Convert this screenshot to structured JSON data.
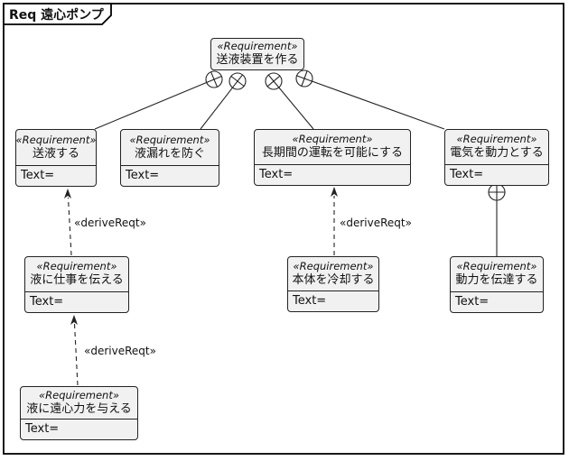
{
  "frame": {
    "title": "Req 遠心ポンプ"
  },
  "nodes": [
    {
      "stereotype": "«Requirement»",
      "name": "送液装置を作る",
      "text": ""
    },
    {
      "stereotype": "«Requirement»",
      "name": "送液する",
      "text": "Text="
    },
    {
      "stereotype": "«Requirement»",
      "name": "液漏れを防ぐ",
      "text": "Text="
    },
    {
      "stereotype": "«Requirement»",
      "name": "長期間の運転を可能にする",
      "text": "Text="
    },
    {
      "stereotype": "«Requirement»",
      "name": "電気を動力とする",
      "text": "Text="
    },
    {
      "stereotype": "«Requirement»",
      "name": "液に仕事を伝える",
      "text": "Text="
    },
    {
      "stereotype": "«Requirement»",
      "name": "本体を冷却する",
      "text": "Text="
    },
    {
      "stereotype": "«Requirement»",
      "name": "動力を伝達する",
      "text": "Text="
    },
    {
      "stereotype": "«Requirement»",
      "name": "液に遠心力を与える",
      "text": "Text="
    }
  ],
  "edges": {
    "derive_label": "«deriveReqt»",
    "containment": [
      {
        "parent": "送液装置を作る",
        "child": "送液する"
      },
      {
        "parent": "送液装置を作る",
        "child": "液漏れを防ぐ"
      },
      {
        "parent": "送液装置を作る",
        "child": "長期間の運転を可能にする"
      },
      {
        "parent": "送液装置を作る",
        "child": "電気を動力とする"
      },
      {
        "parent": "電気を動力とする",
        "child": "動力を伝達する"
      }
    ],
    "derive": [
      {
        "from": "液に仕事を伝える",
        "to": "送液する"
      },
      {
        "from": "液に遠心力を与える",
        "to": "液に仕事を伝える"
      },
      {
        "from": "本体を冷却する",
        "to": "長期間の運転を可能にする"
      }
    ]
  },
  "colors": {
    "background": "#ffffff",
    "node_fill": "#f1f1f1",
    "node_border": "#232323",
    "line": "#232323",
    "frame_border": "#000000"
  }
}
